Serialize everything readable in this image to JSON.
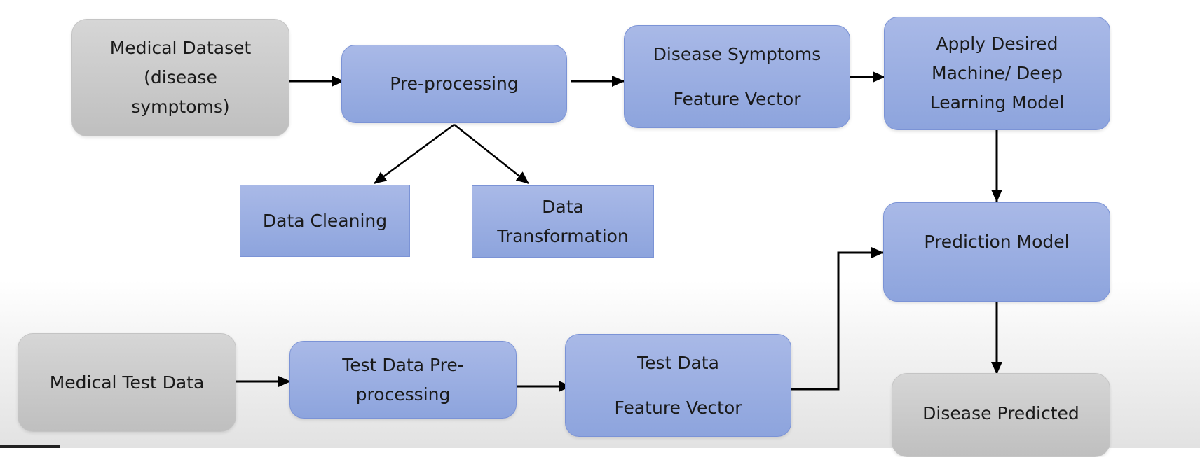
{
  "nodes": {
    "medical_dataset": "Medical Dataset\n(disease\nsymptoms)",
    "pre_processing": "Pre-processing",
    "symptoms_vector": "Disease Symptoms\nFeature Vector",
    "apply_model": "Apply Desired\nMachine/ Deep\nLearning Model",
    "data_cleaning": "Data Cleaning",
    "data_transformation": "Data\nTransformation",
    "prediction_model": "Prediction Model",
    "medical_test_data": "Medical Test Data",
    "test_preprocessing": "Test Data Pre-\nprocessing",
    "test_vector": "Test Data\nFeature Vector",
    "disease_predicted": "Disease Predicted"
  },
  "colors": {
    "process_box": "#98addf",
    "data_box": "#c9c9c9",
    "arrow": "#000000"
  }
}
